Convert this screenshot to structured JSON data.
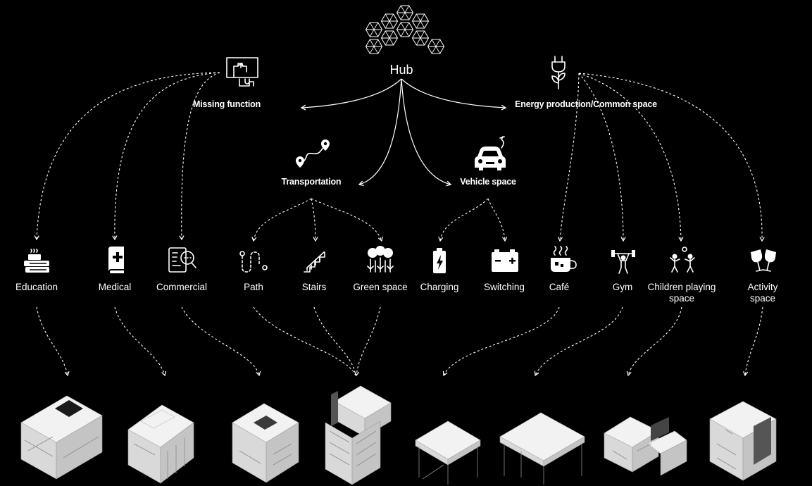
{
  "hub": {
    "label": "Hub"
  },
  "categories": {
    "missing_function": "Missing function",
    "energy": "Energy production/Common space",
    "transportation": "Transportation",
    "vehicle": "Vehicle space"
  },
  "leaves": {
    "education": "Education",
    "medical": "Medical",
    "commercial": "Commercial",
    "path": "Path",
    "stairs": "Stairs",
    "green_space": "Green space",
    "charging": "Charging",
    "switching": "Switching",
    "cafe": "Café",
    "gym": "Gym",
    "children_line1": "Children playing",
    "children_line2": "space",
    "activity_line1": "Activity",
    "activity_line2": "space"
  },
  "icons": {
    "hub": "hexagon-grid-icon",
    "missing_function": "puzzle-piece-icon",
    "energy": "plug-plant-icon",
    "transportation": "route-pin-icon",
    "vehicle": "electric-car-icon",
    "education": "books-coffee-icon",
    "medical": "book-cross-icon",
    "commercial": "search-document-icon",
    "path": "winding-path-icon",
    "stairs": "stairs-icon",
    "green_space": "trees-icon",
    "charging": "battery-charging-icon",
    "switching": "battery-icon",
    "cafe": "coffee-cup-icon",
    "gym": "weightlifter-icon",
    "children": "children-playing-icon",
    "activity": "wine-glasses-icon"
  }
}
